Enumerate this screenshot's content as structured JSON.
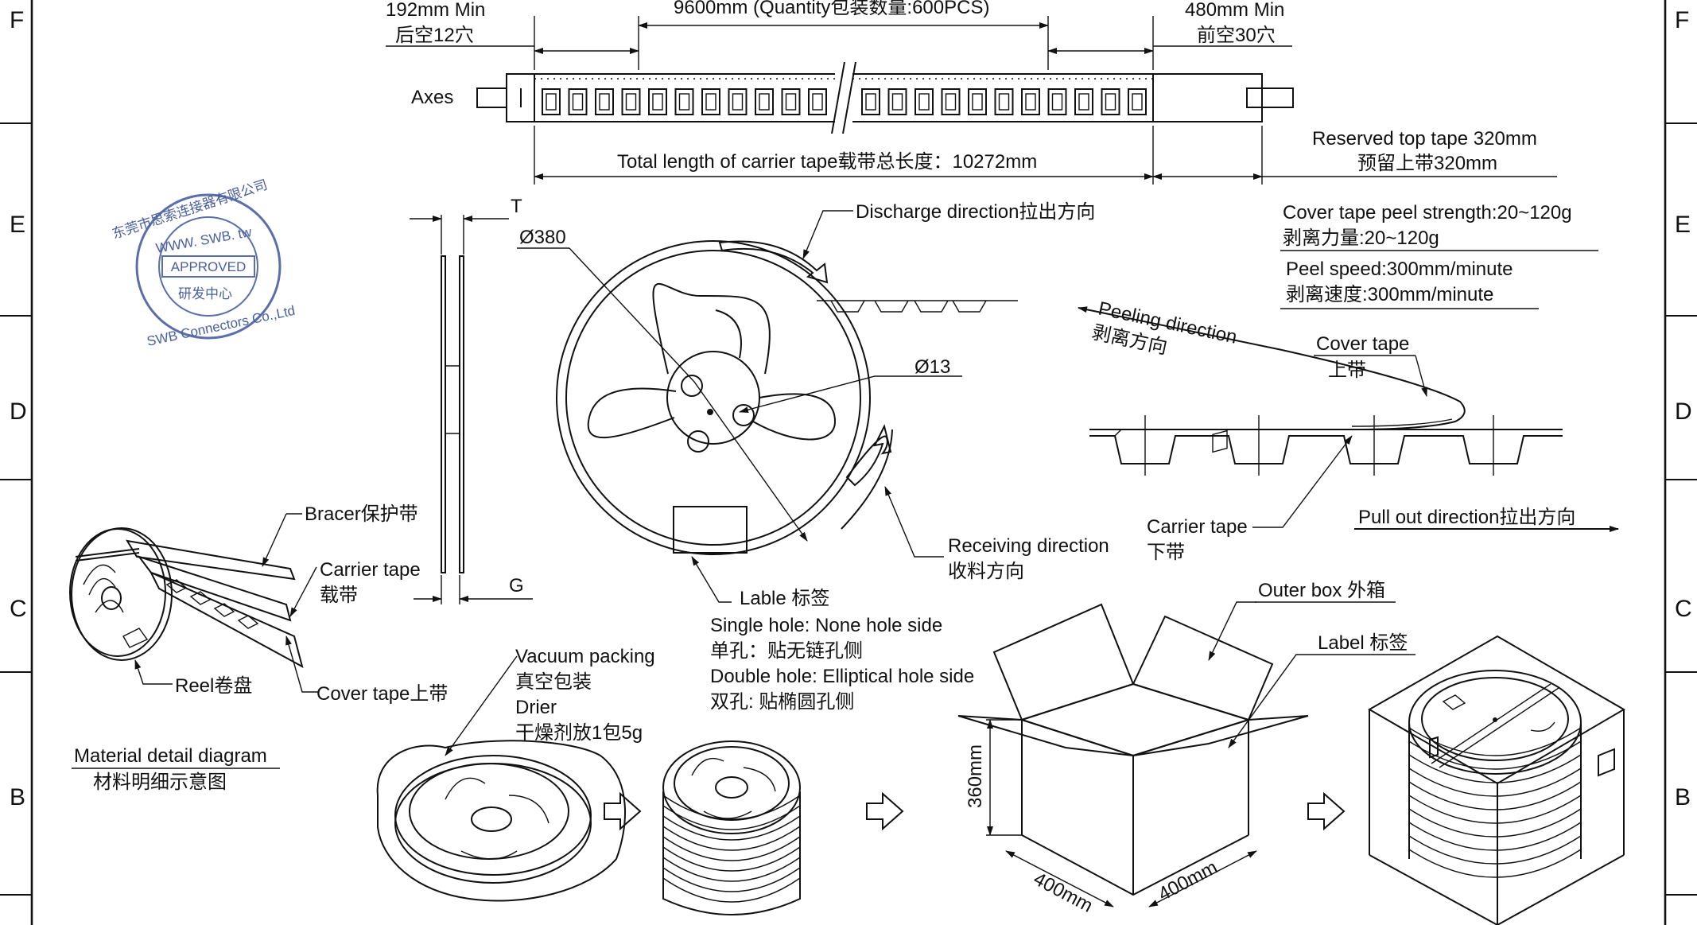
{
  "zones": {
    "left": [
      "F",
      "E",
      "D",
      "C",
      "B"
    ],
    "right": [
      "F",
      "E",
      "D",
      "C",
      "B"
    ]
  },
  "tape": {
    "rear_min": "192mm Min",
    "rear_empty": "后空12穴",
    "quantity": "9600mm (Quantity包装数量:600PCS)",
    "front_min": "480mm Min",
    "front_empty": "前空30穴",
    "axes": "Axes",
    "total_length": "Total length of carrier tape载带总长度：10272mm",
    "reserved_en": "Reserved top tape 320mm",
    "reserved_cn": "预留上带320mm"
  },
  "peel": {
    "strength_en": "Cover tape peel strength:20~120g",
    "strength_cn": "剥离力量:20~120g",
    "speed_en": "Peel speed:300mm/minute",
    "speed_cn": "剥离速度:300mm/minute",
    "direction_en": "Peeling direction",
    "direction_cn": "剥离方向",
    "cover_tape_en": "Cover tape",
    "cover_tape_cn": "上带",
    "carrier_tape_en": "Carrier tape",
    "carrier_tape_cn": "下带",
    "pull_out": "Pull out direction拉出方向"
  },
  "stamp": {
    "top_arc": "东莞市思索连接器有限公司",
    "url": "WWW. SWB. tw",
    "approved": "APPROVED",
    "dept": "研发中心",
    "bottom_arc": "SWB Connectors Co.,Ltd"
  },
  "reel": {
    "dim_t": "T",
    "dim_g": "G",
    "dia_380": "Ø380",
    "dia_13": "Ø13",
    "discharge": "Discharge direction拉出方向",
    "receiving_en": "Receiving direction",
    "receiving_cn": "收料方向",
    "label": "Lable 标签",
    "single_hole_en": "Single hole: None hole side",
    "single_hole_cn": "单孔：贴无链孔侧",
    "double_hole_en": "Double hole: Elliptical hole side",
    "double_hole_cn": "双孔: 贴椭圆孔侧"
  },
  "material": {
    "bracer": "Bracer保护带",
    "carrier_en": "Carrier tape",
    "carrier_cn": "载带",
    "reel": "Reel卷盘",
    "cover": "Cover tape上带",
    "title_en": "Material detail diagram",
    "title_cn": "材料明细示意图"
  },
  "packing": {
    "vacuum_en": "Vacuum packing",
    "vacuum_cn": "真空包装",
    "drier_en": "Drier",
    "drier_cn": "干燥剂放1包5g",
    "outer_box": "Outer box 外箱",
    "label": "Label 标签",
    "height": "360mm",
    "width1": "400mm",
    "width2": "400mm"
  }
}
